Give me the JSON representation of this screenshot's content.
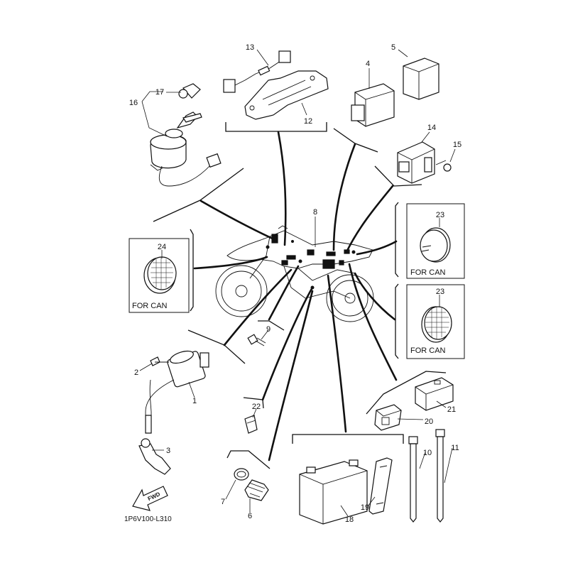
{
  "callouts": {
    "c1": "1",
    "c2": "2",
    "c3": "3",
    "c4": "4",
    "c5": "5",
    "c6": "6",
    "c7": "7",
    "c8": "8",
    "c9": "9",
    "c10": "10",
    "c11": "11",
    "c12": "12",
    "c13": "13",
    "c14": "14",
    "c15": "15",
    "c16": "16",
    "c17": "17",
    "c18": "18",
    "c19": "19",
    "c20": "20",
    "c21": "21",
    "c22": "22",
    "c23a": "23",
    "c23b": "23",
    "c24": "24"
  },
  "inset_left": {
    "label": "FOR CAN",
    "part": "24"
  },
  "inset_right_top": {
    "label": "FOR CAN",
    "part": "23"
  },
  "inset_right_bottom": {
    "label": "FOR CAN",
    "part": "23"
  },
  "fwd_arrow": "FWD",
  "diagram_code": "1P6V100-L310",
  "icons": [
    "motorcycle-silhouette",
    "fwd-arrow-icon",
    "battery-icon",
    "ignition-coil-icon"
  ]
}
